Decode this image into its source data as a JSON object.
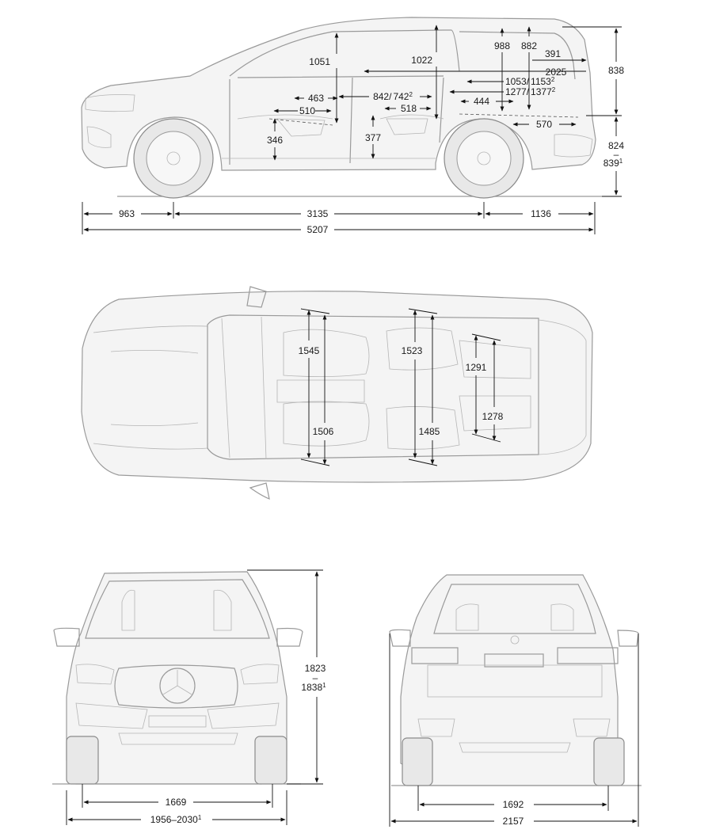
{
  "side_view": {
    "overall_length": "5207",
    "front_overhang": "963",
    "wheelbase": "3135",
    "rear_overhang": "1136",
    "height": "838",
    "height_lower_a": "824",
    "height_lower_sep": "–",
    "height_lower_b": "839",
    "height_lower_b_note": "1",
    "headroom_front": "1051",
    "headroom_second": "1022",
    "headroom_third_a": "988",
    "headroom_third_b": "882",
    "legroom_front": "463",
    "seat_front": "510",
    "seat_height_front": "346",
    "legroom_second_a": "842",
    "legroom_second_sep": "/",
    "legroom_second_b": "742",
    "legroom_second_b_note": "2",
    "seat_second": "518",
    "seat_height_second": "377",
    "cargo_391": "391",
    "cargo_2025": "2025",
    "cargo_1053_a": "1053",
    "cargo_1053_sep": "/",
    "cargo_1053_b": "1153",
    "cargo_1053_b_note": "2",
    "cargo_1277_a": "1277",
    "cargo_1277_sep": "/",
    "cargo_1277_b": "1377",
    "cargo_1277_b_note": "2",
    "cargo_444": "444",
    "cargo_570": "570"
  },
  "top_view": {
    "shoulder_front": "1545",
    "elbow_front": "1506",
    "shoulder_second": "1523",
    "elbow_second": "1485",
    "shoulder_third": "1291",
    "elbow_third": "1278"
  },
  "front_view": {
    "track_front": "1669",
    "width_a": "1956–2030",
    "width_note": "1",
    "height_a": "1823",
    "height_sep": "–",
    "height_b": "1838",
    "height_b_note": "1"
  },
  "rear_view": {
    "track_rear": "1692",
    "width_mirrors": "2157"
  }
}
